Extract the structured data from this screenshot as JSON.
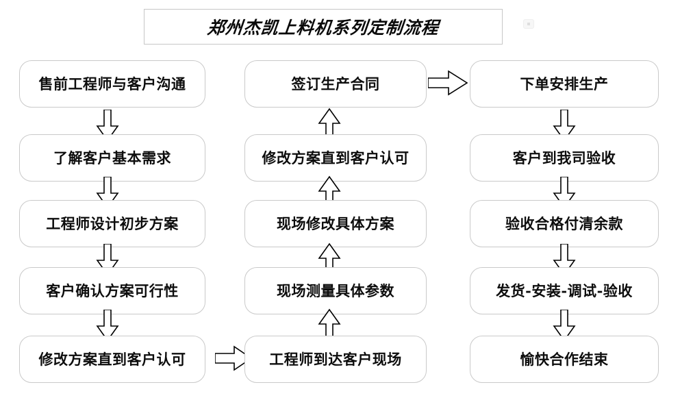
{
  "title": {
    "text": "郑州杰凯上料机系列定制流程"
  },
  "colors": {
    "box_border": "#c9c9c9",
    "title_border": "#c6c6c6",
    "text": "#0d0d0d",
    "arrow_stroke": "#000000",
    "background": "#ffffff"
  },
  "columns": [
    {
      "id": "column-1",
      "nodes": [
        {
          "label": "售前工程师与客户沟通"
        },
        {
          "label": "了解客户基本需求"
        },
        {
          "label": "工程师设计初步方案"
        },
        {
          "label": "客户确认方案可行性"
        },
        {
          "label": "修改方案直到客户认可"
        }
      ],
      "arrow_direction": "down"
    },
    {
      "id": "column-2",
      "nodes": [
        {
          "label": "签订生产合同"
        },
        {
          "label": "修改方案直到客户认可"
        },
        {
          "label": "现场修改具体方案"
        },
        {
          "label": "现场测量具体参数"
        },
        {
          "label": "工程师到达客户现场"
        }
      ],
      "arrow_direction": "up"
    },
    {
      "id": "column-3",
      "nodes": [
        {
          "label": "下单安排生产"
        },
        {
          "label": "客户到我司验收"
        },
        {
          "label": "验收合格付清余款"
        },
        {
          "label": "发货-安装-调试-验收"
        },
        {
          "label": "愉快合作结束"
        }
      ],
      "arrow_direction": "down"
    }
  ],
  "connectors": [
    {
      "id": "connector-col1-to-col2",
      "direction": "right",
      "from": "修改方案直到客户认可",
      "to": "工程师到达客户现场"
    },
    {
      "id": "connector-col2-to-col3",
      "direction": "right",
      "from": "签订生产合同",
      "to": "下单安排生产"
    }
  ]
}
